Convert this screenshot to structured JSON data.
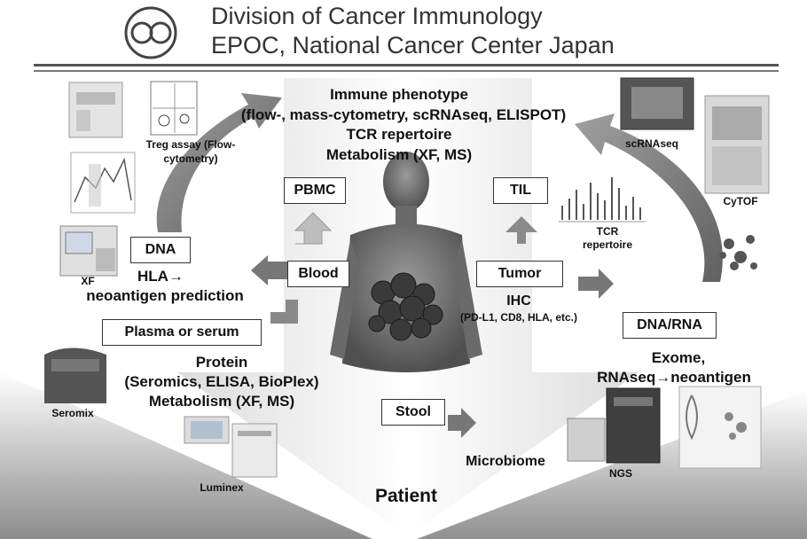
{
  "header": {
    "line1": "Division of Cancer Immunology",
    "line2": "EPOC, National Cancer Center Japan"
  },
  "center": {
    "immune_title": "Immune phenotype",
    "immune_detail": "(flow-, mass-cytometry, scRNAseq, ELISPOT)",
    "tcr": "TCR repertoire",
    "metabolism": "Metabolism (XF, MS)",
    "patient": "Patient"
  },
  "boxes": {
    "pbmc": "PBMC",
    "blood": "Blood",
    "dna": "DNA",
    "plasma": "Plasma or serum",
    "til": "TIL",
    "tumor": "Tumor",
    "dna_rna": "DNA/RNA",
    "stool": "Stool"
  },
  "texts": {
    "hla_line1": "HLA→",
    "hla_line2": "neoantigen prediction",
    "protein_line1": "Protein",
    "protein_line2": "(Seromics, ELISA, BioPlex)",
    "protein_line3": "Metabolism (XF, MS)",
    "ihc_line1": "IHC",
    "ihc_line2": "(PD-L1, CD8, HLA, etc.)",
    "exome_line1": "Exome,",
    "exome_line2": "RNAseq→neoantigen",
    "microbiome": "Microbiome"
  },
  "captions": {
    "treg_line1": "Treg assay (Flow-",
    "treg_line2": "cytometry)",
    "xf": "XF",
    "seromix": "Seromix",
    "luminex": "Luminex",
    "scrnaseq": "scRNAseq",
    "cytof": "CyTOF",
    "tcr_line1": "TCR",
    "tcr_line2": "repertoire",
    "ngs": "NGS"
  }
}
